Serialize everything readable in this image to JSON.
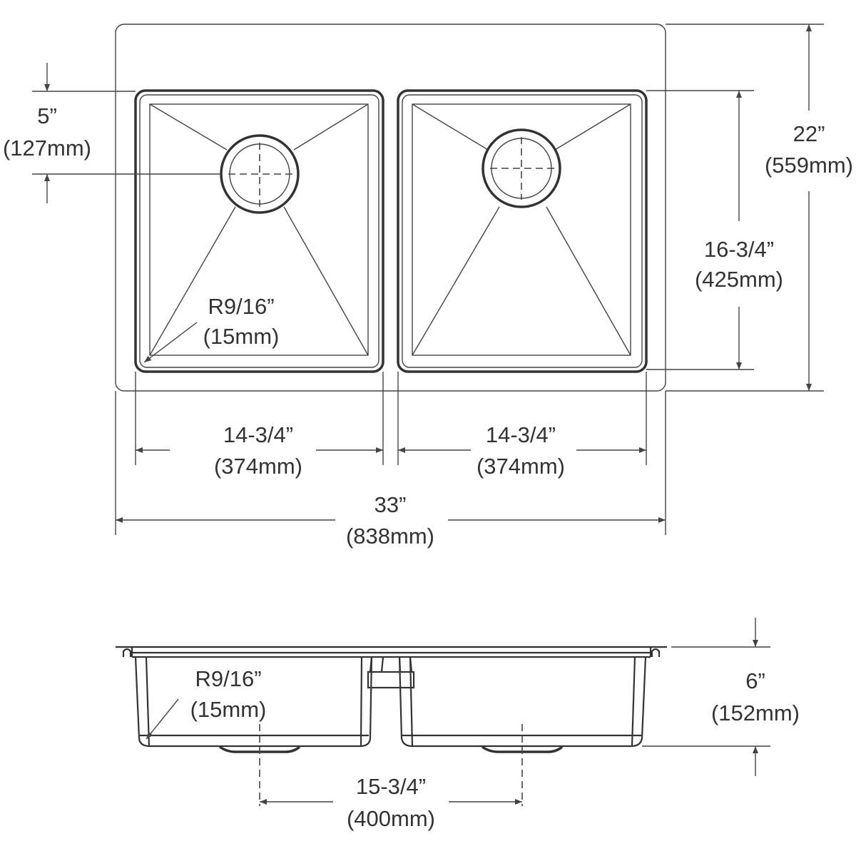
{
  "drawing": {
    "title": "Double bowl sink dimension drawing",
    "views": [
      "top-view",
      "side-view"
    ],
    "colors": {
      "line": "#333333",
      "text": "#333333",
      "background": "#ffffff"
    }
  },
  "top_view": {
    "overall_width": {
      "imperial": "33”",
      "metric": "(838mm)"
    },
    "overall_depth": {
      "imperial": "22”",
      "metric": "(559mm)"
    },
    "bowl_depth_front_back": {
      "imperial": "16-3/4”",
      "metric": "(425mm)"
    },
    "left_bowl_width": {
      "imperial": "14-3/4”",
      "metric": "(374mm)"
    },
    "right_bowl_width": {
      "imperial": "14-3/4”",
      "metric": "(374mm)"
    },
    "drain_offset": {
      "imperial": "5”",
      "metric": "(127mm)"
    },
    "corner_radius": {
      "imperial": "R9/16”",
      "metric": "(15mm)"
    }
  },
  "side_view": {
    "bowl_depth": {
      "imperial": "6”",
      "metric": "(152mm)"
    },
    "drain_spacing": {
      "imperial": "15-3/4”",
      "metric": "(400mm)"
    },
    "corner_radius": {
      "imperial": "R9/16”",
      "metric": "(15mm)"
    }
  }
}
